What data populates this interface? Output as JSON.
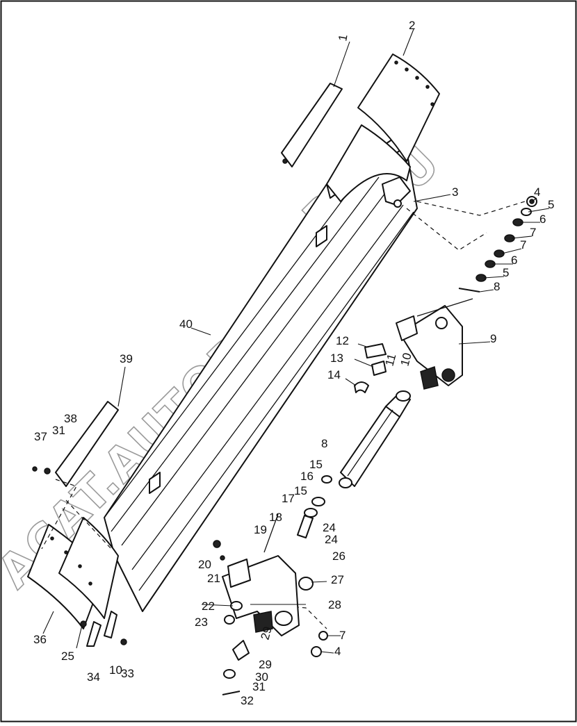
{
  "diagram": {
    "watermark": "ACAT.AUTODEALER.RU",
    "callouts": [
      "1",
      "2",
      "3",
      "4",
      "5",
      "6",
      "7",
      "7",
      "6",
      "5",
      "8",
      "9",
      "11",
      "10",
      "12",
      "13",
      "14",
      "40",
      "39",
      "38",
      "31",
      "37",
      "8",
      "15",
      "16",
      "15",
      "17",
      "18",
      "24",
      "24",
      "26",
      "19",
      "20",
      "21",
      "27",
      "28",
      "22",
      "23",
      "29",
      "29",
      "30",
      "31",
      "32",
      "7",
      "4",
      "36",
      "25",
      "34",
      "10",
      "33"
    ]
  }
}
